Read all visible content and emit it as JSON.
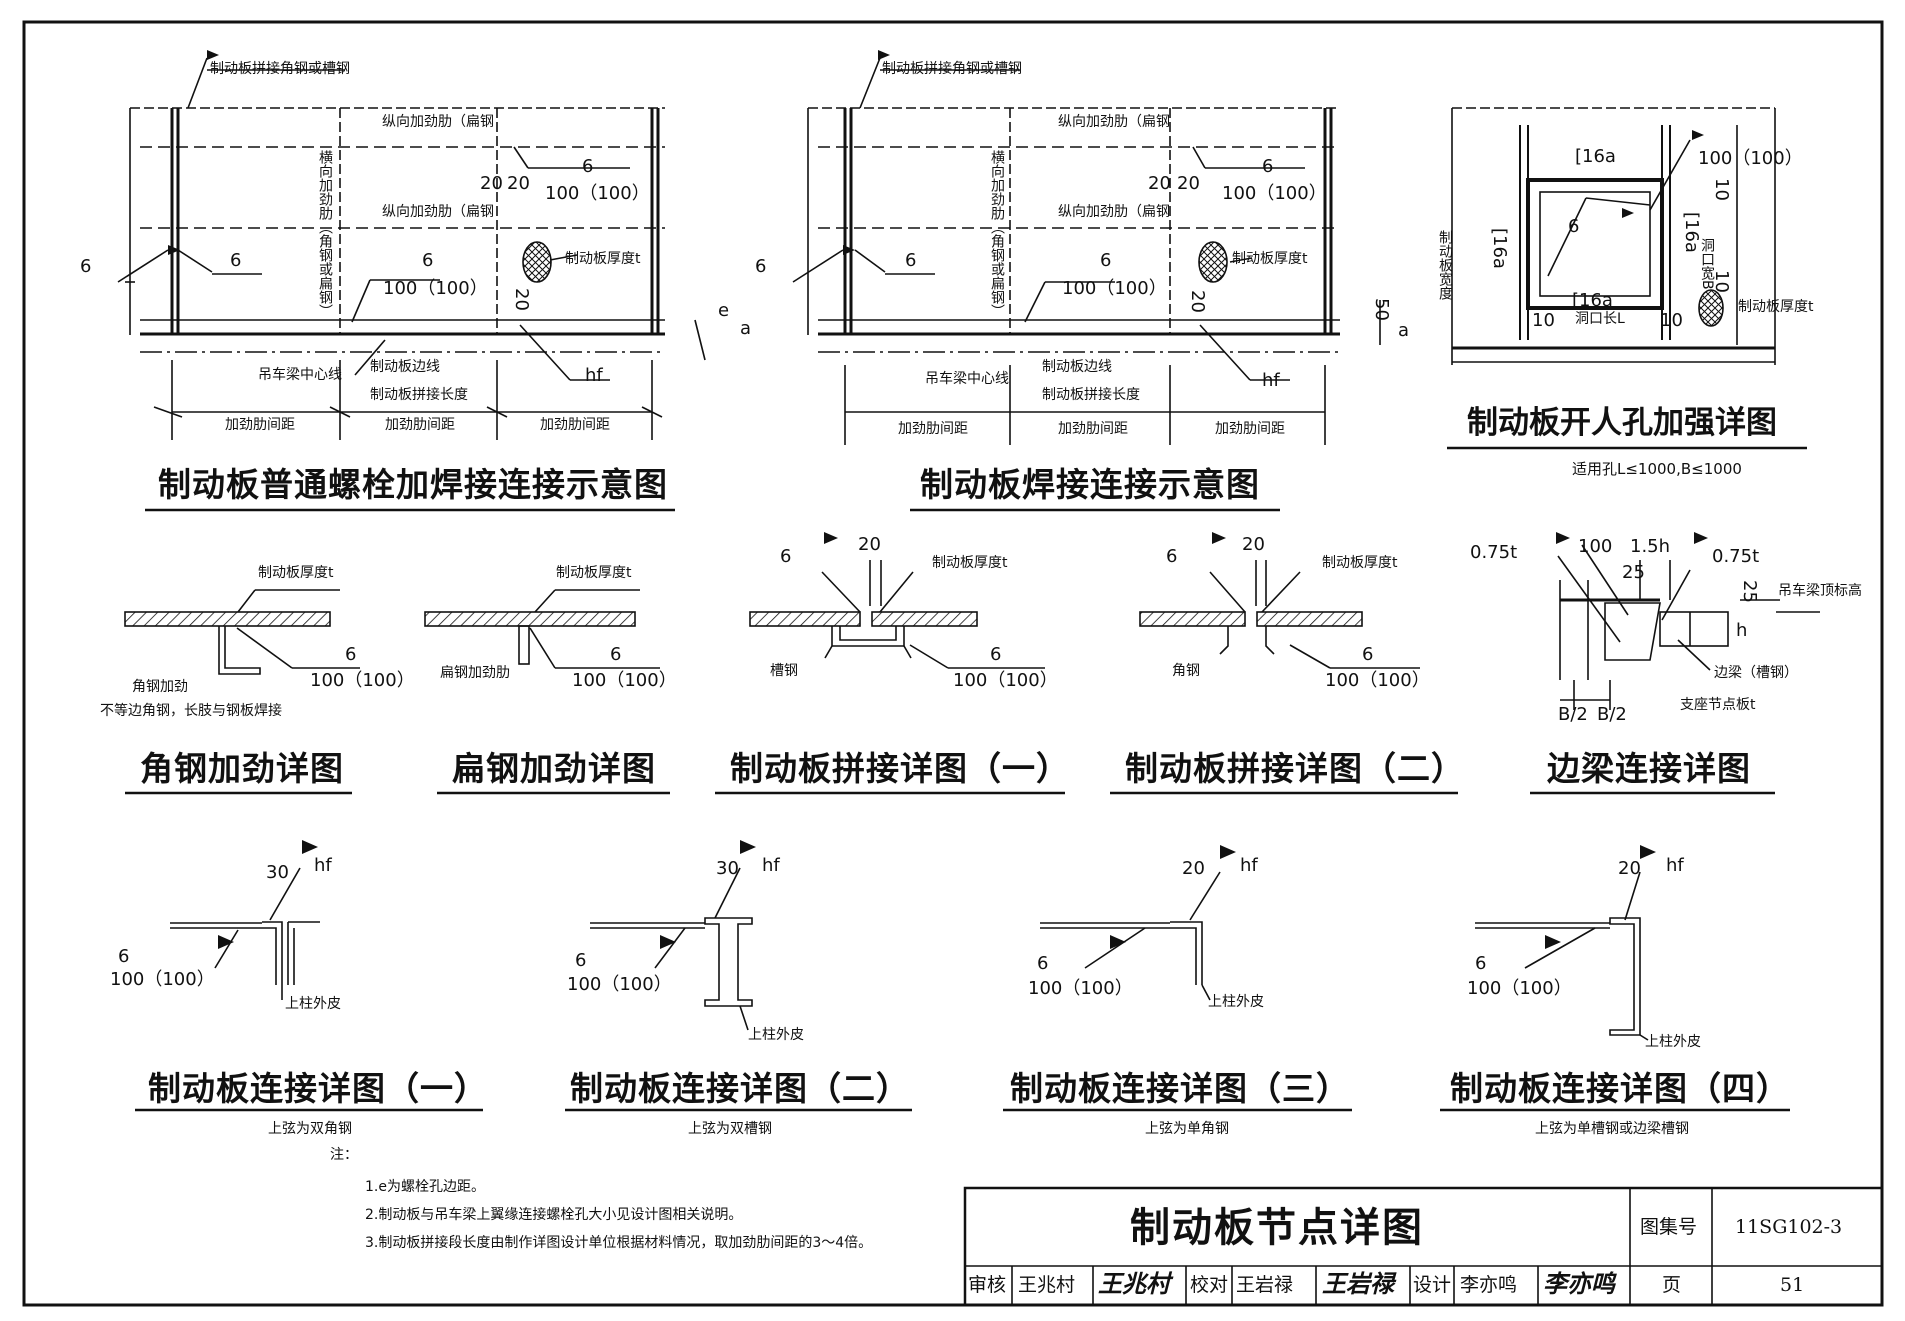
{
  "drawings": {
    "bolt_weld": {
      "title": "制动板普通螺栓加焊接连接示意图",
      "splice_note": "制动板拼接角钢或槽钢",
      "long_rib_1": "纵向加劲肋（扁钢",
      "long_rib_2": "纵向加劲肋（扁钢",
      "trans_rib": "横向加劲肋（角钢或扁钢）",
      "plate_thickness": "制动板厚度t",
      "crane_centerline": "吊车梁中心线",
      "plate_edge": "制动板边线",
      "splice_length": "制动板拼接长度",
      "rib_spacing": [
        "加劲肋间距",
        "加劲肋间距",
        "加劲肋间距"
      ],
      "weld_6a": "6",
      "weld_6b": "6",
      "weld_6c": "6",
      "weld_6d": "6",
      "weld_100a": "100（100）",
      "weld_100b": "100（100）",
      "dim_20a": "20",
      "dim_20b": "20",
      "dim_20c": "20",
      "hf": "hf",
      "dim_e": "e",
      "dim_a": "a"
    },
    "weld": {
      "title": "制动板焊接连接示意图",
      "splice_note": "制动板拼接角钢或槽钢",
      "long_rib_1": "纵向加劲肋（扁钢",
      "long_rib_2": "纵向加劲肋（扁钢",
      "trans_rib": "横向加劲肋（角钢或扁钢）",
      "plate_thickness": "制动板厚度t",
      "crane_centerline": "吊车梁中心线",
      "plate_edge": "制动板边线",
      "splice_length": "制动板拼接长度",
      "rib_spacing": [
        "加劲肋间距",
        "加劲肋间距",
        "加劲肋间距"
      ],
      "weld_6a": "6",
      "weld_6b": "6",
      "weld_6c": "6",
      "weld_6d": "6",
      "weld_100a": "100（100）",
      "weld_100b": "100（100）",
      "dim_20a": "20",
      "dim_20b": "20",
      "dim_20c": "20",
      "hf": "hf",
      "dim_50": "50",
      "dim_a": "a"
    },
    "manhole": {
      "title": "制动板开人孔加强详图",
      "subtitle": "适用孔L≤1000,B≤1000",
      "ch_top": "[16a",
      "ch_left": "[16a",
      "ch_right": "[16a",
      "ch_bottom": "[16a",
      "weld_6": "6",
      "weld_100": "100（100）",
      "plate_width": "制动板宽度",
      "hole_width": "洞口宽B",
      "hole_length": "洞口长L",
      "plate_thickness": "制动板厚度t",
      "dim_10a": "10",
      "dim_10b": "10",
      "dim_10c": "10",
      "dim_10d": "10"
    },
    "angle_stiffener": {
      "title": "角钢加劲详图",
      "plate_thickness": "制动板厚度t",
      "angle_label": "角钢加劲",
      "angle_note": "不等边角钢，长肢与钢板焊接",
      "weld_6": "6",
      "weld_100": "100（100）"
    },
    "flat_stiffener": {
      "title": "扁钢加劲详图",
      "plate_thickness": "制动板厚度t",
      "flat_label": "扁钢加劲肋",
      "weld_6": "6",
      "weld_100": "100（100）"
    },
    "splice_1": {
      "title": "制动板拼接详图（一）",
      "plate_thickness": "制动板厚度t",
      "channel": "槽钢",
      "weld_6a": "6",
      "dim_20": "20",
      "weld_6b": "6",
      "weld_100": "100（100）"
    },
    "splice_2": {
      "title": "制动板拼接详图（二）",
      "plate_thickness": "制动板厚度t",
      "angle": "角钢",
      "weld_6a": "6",
      "dim_20": "20",
      "weld_6b": "6",
      "weld_100": "100（100）"
    },
    "edge_beam": {
      "title": "边梁连接详图",
      "weld_075a": "0.75t",
      "weld_075b": "0.75t",
      "dim_100": "100",
      "dim_15h": "1.5h",
      "dim_25a": "25",
      "dim_25b": "25",
      "top_elev": "吊车梁顶标高",
      "h": "h",
      "edge_beam_label": "边梁（槽钢）",
      "support_plate": "支座节点板t",
      "b2a": "B/2",
      "b2b": "B/2"
    },
    "conn_1": {
      "title": "制动板连接详图（一）",
      "subtitle": "上弦为双角钢",
      "dim": "30",
      "hf": "hf",
      "weld_6": "6",
      "weld_100": "100（100）",
      "outer": "上柱外皮"
    },
    "conn_2": {
      "title": "制动板连接详图（二）",
      "subtitle": "上弦为双槽钢",
      "dim": "30",
      "hf": "hf",
      "weld_6": "6",
      "weld_100": "100（100）",
      "outer": "上柱外皮"
    },
    "conn_3": {
      "title": "制动板连接详图（三）",
      "subtitle": "上弦为单角钢",
      "dim": "20",
      "hf": "hf",
      "weld_6": "6",
      "weld_100": "100（100）",
      "outer": "上柱外皮"
    },
    "conn_4": {
      "title": "制动板连接详图（四）",
      "subtitle": "上弦为单槽钢或边梁槽钢",
      "dim": "20",
      "hf": "hf",
      "weld_6": "6",
      "weld_100": "100（100）",
      "outer": "上柱外皮"
    }
  },
  "notes": {
    "heading": "注：",
    "items": [
      "1.e为螺栓孔边距。",
      "2.制动板与吊车梁上翼缘连接螺栓孔大小见设计图相关说明。",
      "3.制动板拼接段长度由制作详图设计单位根据材料情况，取加劲肋间距的3～4倍。"
    ]
  },
  "title_block": {
    "drawing_title": "制动板节点详图",
    "atlas_label": "图集号",
    "atlas_no": "11SG102-3",
    "review_label": "审核",
    "reviewer": "王兆村",
    "reviewer_sig": "王兆村",
    "check_label": "校对",
    "checker": "王岩禄",
    "checker_sig": "王岩禄",
    "design_label": "设计",
    "designer": "李亦鸣",
    "designer_sig": "李亦鸣",
    "page_label": "页",
    "page_no": "51"
  }
}
